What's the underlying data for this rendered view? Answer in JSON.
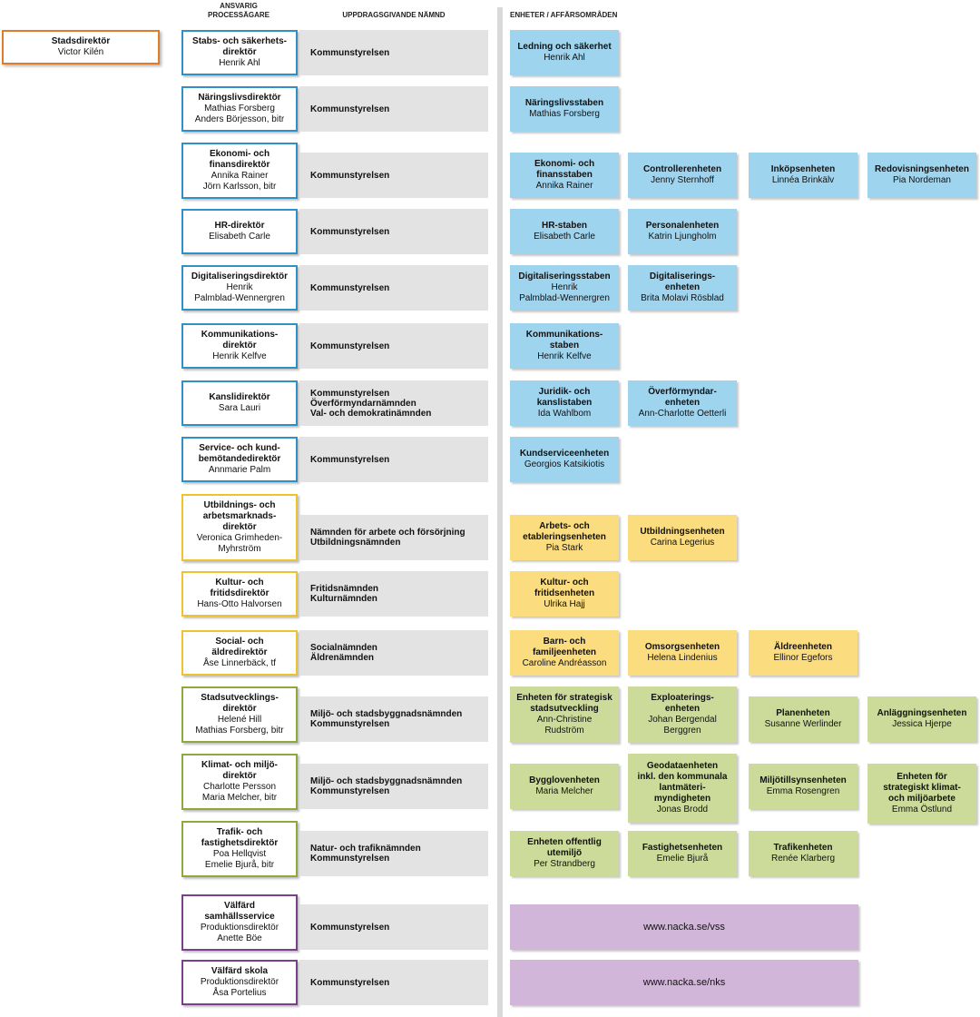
{
  "headers": {
    "owner": "ANSVARIG\nPROCESSÄGARE",
    "board": "UPPDRAGSGIVANDE NÄMND",
    "units": "ENHETER / AFFÄRSOMRÅDEN"
  },
  "city_director": {
    "title": "Stadsdirektör",
    "name": "Victor Kilén",
    "color": "#e07b2a"
  },
  "colors": {
    "blue": "#9fd4ef",
    "yellow": "#fbdc7e",
    "green": "#cddb9a",
    "purple": "#d2b6da",
    "border_blue": "#2f8fc6",
    "border_yellow": "#f0c32b",
    "border_green": "#8fa83c",
    "border_purple": "#7b3f8f"
  },
  "rows": [
    {
      "color": "blue",
      "owner": {
        "title": "Stabs- och säkerhets-\ndirektör",
        "names": "Henrik Ahl"
      },
      "board": "Kommunstyrelsen",
      "units": [
        {
          "title": "Ledning och säkerhet",
          "names": "Henrik Ahl"
        }
      ]
    },
    {
      "color": "blue",
      "owner": {
        "title": "Näringslivsdirektör",
        "names": "Mathias Forsberg\nAnders Börjesson, bitr"
      },
      "board": "Kommunstyrelsen",
      "units": [
        {
          "title": "Näringslivsstaben",
          "names": "Mathias Forsberg"
        }
      ]
    },
    {
      "color": "blue",
      "owner": {
        "title": "Ekonomi- och\nfinansdirektör",
        "names": "Annika Rainer\nJörn Karlsson, bitr"
      },
      "board": "Kommunstyrelsen",
      "units": [
        {
          "title": "Ekonomi- och\nfinansstaben",
          "names": "Annika Rainer"
        },
        {
          "title": "Controllerenheten",
          "names": "Jenny Sternhoff"
        },
        {
          "title": "Inköpsenheten",
          "names": "Linnéa Brinkälv"
        },
        {
          "title": "Redovisningsenheten",
          "names": "Pia Nordeman"
        }
      ]
    },
    {
      "color": "blue",
      "owner": {
        "title": "HR-direktör",
        "names": "Elisabeth Carle"
      },
      "board": "Kommunstyrelsen",
      "units": [
        {
          "title": "HR-staben",
          "names": "Elisabeth Carle"
        },
        {
          "title": "Personalenheten",
          "names": "Katrin Ljungholm"
        }
      ]
    },
    {
      "color": "blue",
      "owner": {
        "title": "Digitaliseringsdirektör",
        "names": "Henrik\nPalmblad-Wennergren"
      },
      "board": "Kommunstyrelsen",
      "units": [
        {
          "title": "Digitaliseringsstaben",
          "names": "Henrik\nPalmblad-Wennergren"
        },
        {
          "title": "Digitaliserings-\nenheten",
          "names": "Brita Molavi Rösblad"
        }
      ]
    },
    {
      "color": "blue",
      "owner": {
        "title": "Kommunikations-\ndirektör",
        "names": "Henrik Kelfve"
      },
      "board": "Kommunstyrelsen",
      "units": [
        {
          "title": "Kommunikations-\nstaben",
          "names": "Henrik Kelfve"
        }
      ]
    },
    {
      "color": "blue",
      "owner": {
        "title": "Kanslidirektör",
        "names": "Sara Lauri"
      },
      "board": "Kommunstyrelsen\nÖverförmyndarnämnden\nVal- och demokratinämnden",
      "units": [
        {
          "title": "Juridik- och\nkanslistaben",
          "names": "Ida Wahlbom"
        },
        {
          "title": "Överförmyndar-\nenheten",
          "names": "Ann-Charlotte Oetterli"
        }
      ]
    },
    {
      "color": "blue",
      "owner": {
        "title": "Service- och kund-\nbemötandedirektör",
        "names": "Annmarie Palm"
      },
      "board": "Kommunstyrelsen",
      "units": [
        {
          "title": "Kundserviceenheten",
          "names": "Georgios Katsikiotis"
        }
      ]
    },
    {
      "color": "yellow",
      "owner": {
        "title": "Utbildnings- och\narbetsmarknads-\ndirektör",
        "names": "Veronica Grimheden-\nMyhrström"
      },
      "board": "Nämnden för arbete och försörjning\nUtbildningsnämnden",
      "units": [
        {
          "title": "Arbets- och\netableringsenheten",
          "names": "Pia Stark"
        },
        {
          "title": "Utbildningsenheten",
          "names": "Carina Legerius"
        }
      ]
    },
    {
      "color": "yellow",
      "owner": {
        "title": "Kultur- och\nfritidsdirektör",
        "names": "Hans-Otto Halvorsen"
      },
      "board": "Fritidsnämnden\nKulturnämnden",
      "units": [
        {
          "title": "Kultur- och\nfritidsenheten",
          "names": "Ulrika Hajj"
        }
      ]
    },
    {
      "color": "yellow",
      "owner": {
        "title": "Social- och\näldredirektör",
        "names": "Åse Linnerbäck, tf"
      },
      "board": "Socialnämnden\nÄldrenämnden",
      "units": [
        {
          "title": "Barn- och\nfamiljeenheten",
          "names": "Caroline Andréasson"
        },
        {
          "title": "Omsorgsenheten",
          "names": "Helena Lindenius"
        },
        {
          "title": "Äldreenheten",
          "names": "Ellinor Egefors"
        }
      ]
    },
    {
      "color": "green",
      "owner": {
        "title": "Stadsutvecklings-\ndirektör",
        "names": "Helené Hill\nMathias Forsberg, bitr"
      },
      "board": "Miljö- och stadsbyggnadsnämnden\nKommunstyrelsen",
      "units": [
        {
          "title": "Enheten för strategisk\nstadsutveckling",
          "names": "Ann-Christine\nRudström"
        },
        {
          "title": "Exploaterings-\nenheten",
          "names": "Johan Bergendal\nBerggren"
        },
        {
          "title": "Planenheten",
          "names": "Susanne Werlinder"
        },
        {
          "title": "Anläggningsenheten",
          "names": "Jessica Hjerpe"
        }
      ]
    },
    {
      "color": "green",
      "owner": {
        "title": "Klimat- och miljö-\ndirektör",
        "names": "Charlotte Persson\nMaria Melcher, bitr"
      },
      "board": "Miljö- och stadsbyggnadsnämnden\nKommunstyrelsen",
      "units": [
        {
          "title": "Bygglovenheten",
          "names": "Maria Melcher"
        },
        {
          "title": "Geodataenheten\ninkl. den kommunala\nlantmäteri-\nmyndigheten",
          "names": "Jonas Brodd"
        },
        {
          "title": "Miljötillsynsenheten",
          "names": "Emma Rosengren"
        },
        {
          "title": "Enheten för\nstrategiskt klimat-\noch miljöarbete",
          "names": "Emma Östlund"
        }
      ]
    },
    {
      "color": "green",
      "owner": {
        "title": "Trafik- och\nfastighetsdirektör",
        "names": "Poa Hellqvist\nEmelie Bjurå, bitr"
      },
      "board": "Natur- och trafiknämnden\nKommunstyrelsen",
      "units": [
        {
          "title": "Enheten offentlig\nutemiljö",
          "names": "Per Strandberg"
        },
        {
          "title": "Fastighetsenheten",
          "names": "Emelie Bjurå"
        },
        {
          "title": "Trafikenheten",
          "names": "Renée Klarberg"
        }
      ]
    },
    {
      "color": "purple",
      "owner": {
        "title": "Välfärd\nsamhällsservice",
        "names": "Produktionsdirektör\nAnette Böe"
      },
      "board": "Kommunstyrelsen",
      "units": [
        {
          "title": "",
          "names": "www.nacka.se/vss"
        }
      ]
    },
    {
      "color": "purple",
      "owner": {
        "title": "Välfärd skola",
        "names": "Produktionsdirektör\nÅsa Portelius"
      },
      "board": "Kommunstyrelsen",
      "units": [
        {
          "title": "",
          "names": "www.nacka.se/nks"
        }
      ]
    }
  ]
}
